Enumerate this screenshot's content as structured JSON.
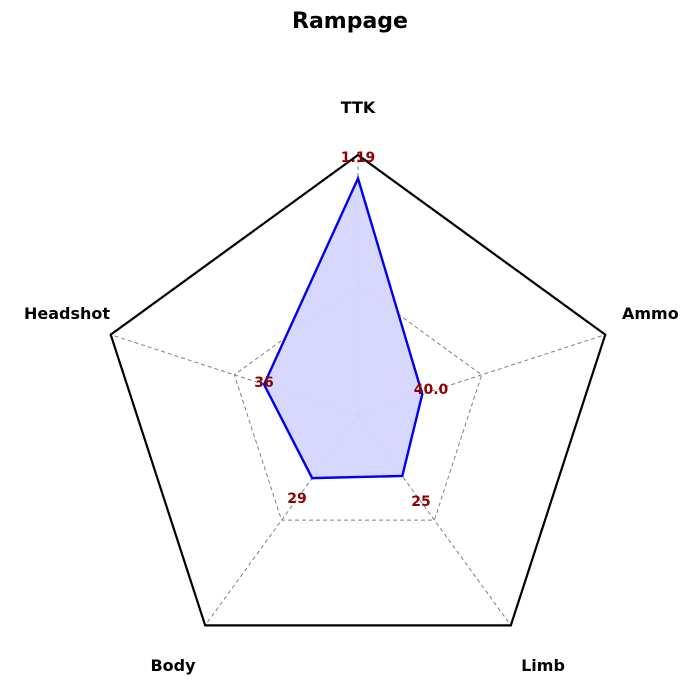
{
  "chart_data": {
    "type": "radar",
    "title": "Rampage",
    "axes": [
      "TTK",
      "Ammo",
      "Limb",
      "Body",
      "Headshot"
    ],
    "values": [
      1.19,
      40.0,
      25,
      29,
      36
    ],
    "value_labels": [
      "1.19",
      "40.0",
      "25",
      "29",
      "36"
    ],
    "normalized": [
      0.91,
      0.26,
      0.29,
      0.3,
      0.38
    ],
    "series_color": "#0000ee",
    "series_fill": "#d6d6ff",
    "outer_color": "#000000",
    "grid_color": "#808080",
    "value_label_color": "#8b0000",
    "grid": true
  }
}
